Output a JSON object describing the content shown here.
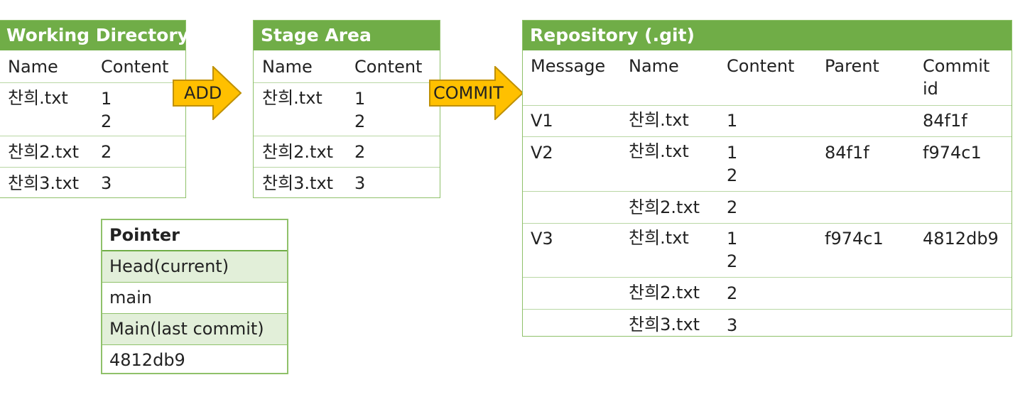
{
  "working_directory": {
    "title": "Working Directory",
    "headers": [
      "Name",
      "Content"
    ],
    "rows": [
      {
        "name": "찬희.txt",
        "content": [
          "1",
          "2"
        ]
      },
      {
        "name": "찬희2.txt",
        "content": [
          "2"
        ]
      },
      {
        "name": "찬희3.txt",
        "content": [
          "3"
        ]
      }
    ]
  },
  "add_arrow": {
    "label": "ADD"
  },
  "stage_area": {
    "title": "Stage Area",
    "headers": [
      "Name",
      "Content"
    ],
    "rows": [
      {
        "name": "찬희.txt",
        "content": [
          "1",
          "2"
        ]
      },
      {
        "name": "찬희2.txt",
        "content": [
          "2"
        ]
      },
      {
        "name": "찬희3.txt",
        "content": [
          "3"
        ]
      }
    ]
  },
  "commit_arrow": {
    "label": "COMMIT"
  },
  "repository": {
    "title": "Repository (.git)",
    "headers": [
      "Message",
      "Name",
      "Content",
      "Parent",
      "Commit id"
    ],
    "rows": [
      {
        "message": "V1",
        "name": "찬희.txt",
        "content": [
          "1"
        ],
        "parent": "",
        "commit_id": "84f1f"
      },
      {
        "message": "V2",
        "name": "찬희.txt",
        "content": [
          "1",
          "2"
        ],
        "parent": "84f1f",
        "commit_id": "f974c1"
      },
      {
        "message": "",
        "name": "찬희2.txt",
        "content": [
          "2"
        ],
        "parent": "",
        "commit_id": ""
      },
      {
        "message": "V3",
        "name": "찬희.txt",
        "content": [
          "1",
          "2"
        ],
        "parent": "f974c1",
        "commit_id": "4812db9"
      },
      {
        "message": "",
        "name": "찬희2.txt",
        "content": [
          "2"
        ],
        "parent": "",
        "commit_id": ""
      },
      {
        "message": "",
        "name": "찬희3.txt",
        "content": [
          "3"
        ],
        "parent": "",
        "commit_id": ""
      }
    ]
  },
  "pointer": {
    "title": "Pointer",
    "rows": [
      {
        "label": "Head(current)",
        "shaded": true
      },
      {
        "label": "main",
        "shaded": false
      },
      {
        "label": "Main(last commit)",
        "shaded": true
      },
      {
        "label": "4812db9",
        "shaded": false
      }
    ]
  },
  "colors": {
    "header_green": "#70ad47",
    "border_green": "#8fc16a",
    "light_green": "#e2efd9",
    "arrow_fill": "#ffc000",
    "arrow_stroke": "#bf9000"
  }
}
